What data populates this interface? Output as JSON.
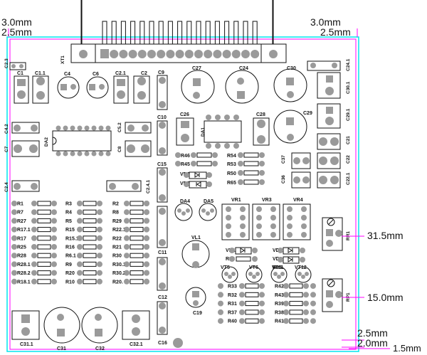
{
  "dimensions": {
    "top_left_outer": "3.0mm",
    "top_left_inner": "2.5mm",
    "top_right_outer": "3.0mm",
    "top_right_inner": "2.5mm",
    "right_upper": "31.5mm",
    "right_lower": "15.0mm",
    "bottom_a": "2.5mm",
    "bottom_b": "2.0mm",
    "bottom_c": "1.5mm"
  },
  "connector": {
    "label": "XT1",
    "pins": 17
  },
  "labels": {
    "c2_3": "C2.3",
    "c1": "C1",
    "c1_1": "C1.1",
    "c4": "C4",
    "c6": "C6",
    "c2_1": "C2.1",
    "c2": "C2",
    "c9": "C9",
    "c27": "C27",
    "c24": "C24",
    "c30": "C30",
    "c24_1": "C24.1",
    "c30_1": "C30.1",
    "c4_2": "C4.2",
    "c7": "C7",
    "da2": "DA2",
    "c5_2": "C5.2",
    "c8": "C8",
    "c10": "C10",
    "c26": "C26",
    "da1": "DA1",
    "c28": "C28",
    "c29": "C29",
    "c29_1": "C29.1",
    "c21": "C21",
    "c22": "C22",
    "c22_1": "C22.1",
    "c37": "C37",
    "c36": "C36",
    "r46": "R46",
    "r45": "R45",
    "r54": "R54",
    "r53": "R53",
    "r50": "R50",
    "r65": "R65",
    "vd2": "VD2",
    "vd5": "VD5",
    "c15": "C15",
    "c2_4": "C2.4",
    "c2_4_1": "C2.4.1",
    "da4": "DA4",
    "da5": "DA5",
    "vr1": "VR1",
    "vr3": "VR3",
    "vr4": "VR4",
    "c11": "C11",
    "vl1": "VL1",
    "c12": "C12",
    "c19": "C19",
    "c16": "C16",
    "rr1": "RR1",
    "rp1": "RP1",
    "vd1": "VD1",
    "vd4": "VD4",
    "vd3": "VD3",
    "r34": "R34",
    "r35": "R35",
    "vt5": "VT5",
    "vt6": "VT6",
    "vt11": "VT11",
    "vt12": "VT12",
    "c31_1": "C31.1",
    "c31": "C31",
    "c32": "C32",
    "c32_1": "C32.1"
  },
  "resistors_col1": [
    "R1",
    "R7",
    "R27",
    "R17.1",
    "R17",
    "R25",
    "R28",
    "R28.1",
    "R28.2",
    "R18.1"
  ],
  "resistors_col2": [
    "R3",
    "R4",
    "R5",
    "R15",
    "R15.1",
    "R16",
    "R6.1",
    "R9",
    "R20",
    "R10"
  ],
  "resistors_col3": [
    "R2",
    "R8",
    "R29",
    "R22.1",
    "R22",
    "R21",
    "R30",
    "R30.1",
    "R30.2",
    "R20."
  ],
  "resistors_col4": [
    "R33",
    "R32",
    "R31",
    "R37",
    "R40"
  ],
  "resistors_col5": [
    "R42",
    "R43",
    "R39",
    "R38",
    "R41"
  ],
  "colors": {
    "pad": "#999999",
    "silk": "#111111",
    "board_outline": "#00e5ee",
    "dimension_line": "#ff00ff"
  }
}
